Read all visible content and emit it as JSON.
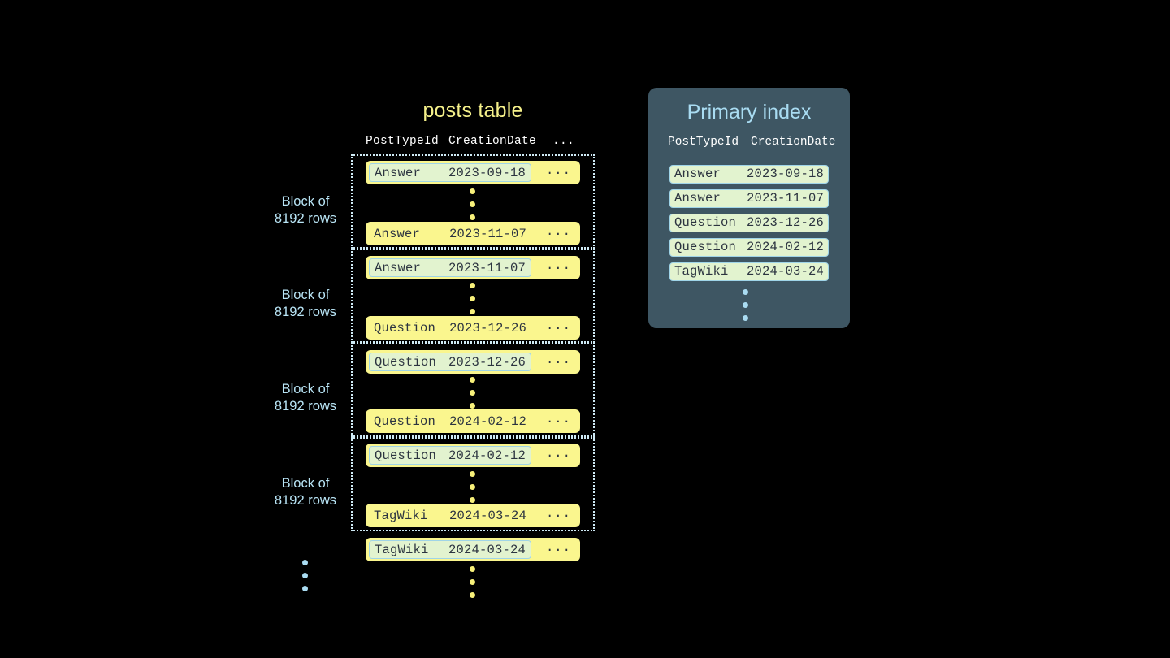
{
  "background_color": "#000000",
  "accent_colors": {
    "row_yellow": "#faf68e",
    "highlight_green": "#e2f3cf",
    "highlight_border_blue": "#9fd4e8",
    "panel_slate": "#3e5663",
    "title_yellow": "#f5f08a",
    "title_blue": "#a9dcf2",
    "dot_yellow": "#f7f07a",
    "dot_blue": "#aadcf2",
    "text_dark": "#2c3440",
    "header_white": "#ffffff"
  },
  "posts_table": {
    "title": "posts table",
    "columns": [
      "PostTypeId",
      "CreationDate",
      "..."
    ],
    "row_ellipsis": "...",
    "blocks": [
      {
        "label_line1": "Block of",
        "label_line2": "8192 rows",
        "first_row": {
          "type": "Answer",
          "date": "2023-09-18",
          "highlighted": true
        },
        "last_row": {
          "type": "Answer",
          "date": "2023-11-07",
          "highlighted": false
        }
      },
      {
        "label_line1": "Block of",
        "label_line2": "8192 rows",
        "first_row": {
          "type": "Answer",
          "date": "2023-11-07",
          "highlighted": true
        },
        "last_row": {
          "type": "Question",
          "date": "2023-12-26",
          "highlighted": false
        }
      },
      {
        "label_line1": "Block of",
        "label_line2": "8192 rows",
        "first_row": {
          "type": "Question",
          "date": "2023-12-26",
          "highlighted": true
        },
        "last_row": {
          "type": "Question",
          "date": "2024-02-12",
          "highlighted": false
        }
      },
      {
        "label_line1": "Block of",
        "label_line2": "8192 rows",
        "first_row": {
          "type": "Question",
          "date": "2024-02-12",
          "highlighted": true
        },
        "last_row": {
          "type": "TagWiki",
          "date": "2024-03-24",
          "highlighted": false
        }
      }
    ],
    "trailing_row": {
      "type": "TagWiki",
      "date": "2024-03-24",
      "highlighted": true
    }
  },
  "primary_index": {
    "title": "Primary index",
    "columns": [
      "PostTypeId",
      "CreationDate"
    ],
    "rows": [
      {
        "type": "Answer",
        "date": "2023-09-18"
      },
      {
        "type": "Answer",
        "date": "2023-11-07"
      },
      {
        "type": "Question",
        "date": "2023-12-26"
      },
      {
        "type": "Question",
        "date": "2024-02-12"
      },
      {
        "type": "TagWiki",
        "date": "2024-03-24"
      }
    ]
  }
}
